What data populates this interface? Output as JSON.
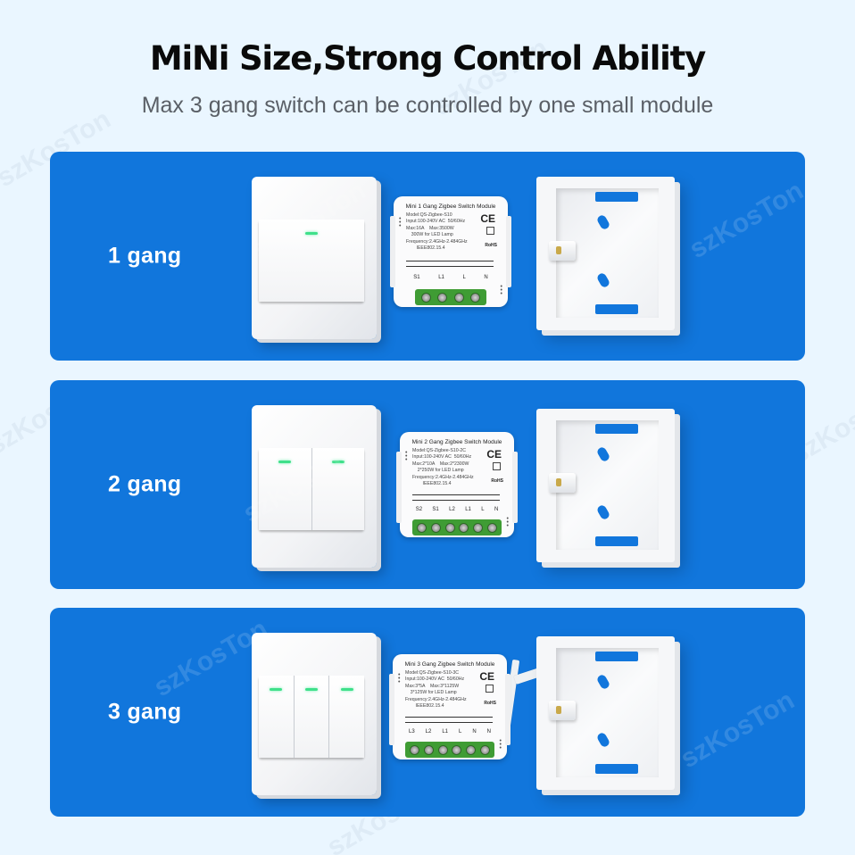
{
  "header": {
    "title": "MiNi Size,Strong Control Ability",
    "subtitle": "Max 3 gang switch can be controlled by one small module"
  },
  "watermark": "szKosTon",
  "colors": {
    "background": "#eaf6ff",
    "card": "#1176dc",
    "led": "#3fe08a",
    "terminal_block": "#3f9c34"
  },
  "rows": [
    {
      "label": "1 gang",
      "gangs": 1,
      "module": {
        "title": "Mini 1 Gang Zigbee Switch Module",
        "specs": "Model:QS-Zigbee-S10\nInput:100-240V AC  50/60Hz\nMax:16A    Max:3500W\n    300W for LED Lamp\nFrequency:2.4GHz-2.484GHz\n        IEEE802.15.4",
        "ce": "CE",
        "rohs": "RoHS",
        "line_l": "L",
        "line_n": "N",
        "terminals": [
          "S1",
          "L1",
          "L",
          "N"
        ]
      }
    },
    {
      "label": "2 gang",
      "gangs": 2,
      "module": {
        "title": "Mini 2 Gang Zigbee Switch Module",
        "specs": "Model:QS-Zigbee-S10-2C\nInput:100-240V AC  50/60Hz\nMax:2*10A    Max:2*2300W\n    2*250W for LED Lamp\nFrequency:2.4GHz-2.484GHz\n        IEEE802.15.4",
        "ce": "CE",
        "rohs": "RoHS",
        "line_l": "L",
        "line_n": "N",
        "terminals": [
          "S2",
          "S1",
          "L2",
          "L1",
          "L",
          "N"
        ]
      }
    },
    {
      "label": "3 gang",
      "gangs": 3,
      "module": {
        "title": "Mini 3 Gang Zigbee Switch Module",
        "specs": "Model:QS-Zigbee-S10-3C\nInput:100-240V AC  50/60Hz\nMax:3*5A    Max:3*1125W\n    3*125W for LED Lamp\nFrequency:2.4GHz-2.484GHz\n        IEEE802.15.4",
        "ce": "CE",
        "rohs": "RoHS",
        "line_l": "L",
        "line_n": "N",
        "terminals": [
          "L3",
          "L2",
          "L1",
          "L",
          "N",
          "N"
        ]
      }
    }
  ]
}
